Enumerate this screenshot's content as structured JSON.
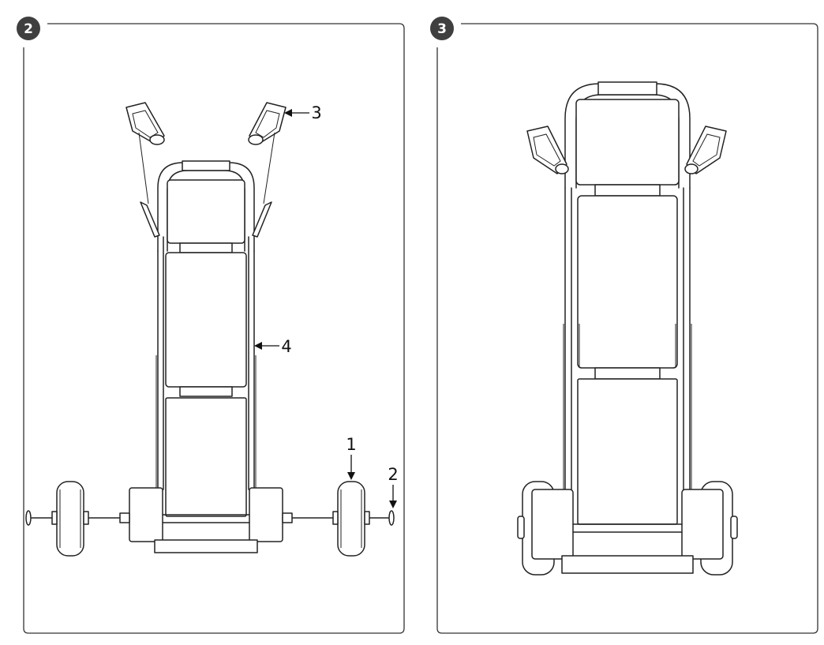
{
  "steps": [
    {
      "badge": "2",
      "callouts": [
        "1",
        "2",
        "3",
        "4"
      ]
    },
    {
      "badge": "3"
    }
  ],
  "colors": {
    "badge": "#3f3f3f",
    "stroke": "#222222",
    "frame": "#333333"
  }
}
